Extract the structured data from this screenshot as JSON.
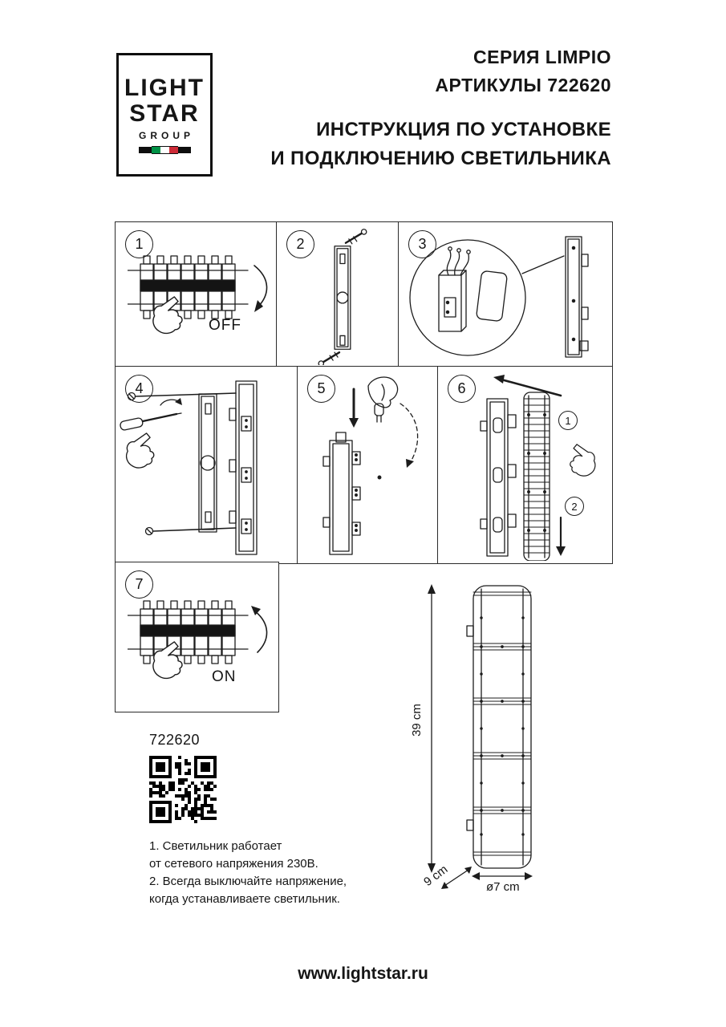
{
  "logo": {
    "line1": "LIGHT",
    "line2": "STAR",
    "line3": "GROUP"
  },
  "header": {
    "series": "СЕРИЯ LIMPIO",
    "articles": "АРТИКУЛЫ 722620",
    "title_line1": "ИНСТРУКЦИЯ ПО УСТАНОВКЕ",
    "title_line2": "И ПОДКЛЮЧЕНИЮ СВЕТИЛЬНИКА"
  },
  "steps": [
    {
      "number": "1",
      "label": "OFF"
    },
    {
      "number": "2",
      "label": ""
    },
    {
      "number": "3",
      "label": ""
    },
    {
      "number": "4",
      "label": ""
    },
    {
      "number": "5",
      "label": ""
    },
    {
      "number": "6",
      "label": "",
      "marker1": "1",
      "marker2": "2"
    },
    {
      "number": "7",
      "label": "ON"
    }
  ],
  "product": {
    "article": "722620",
    "dimensions": {
      "height": "39 cm",
      "depth": "9 cm",
      "diameter": "ø7 cm"
    }
  },
  "notes": [
    "1. Светильник работает",
    "от сетевого напряжения 230В.",
    "2. Всегда выключайте напряжение,",
    "когда устанавливаете светильник."
  ],
  "footer": {
    "url": "www.lightstar.ru"
  },
  "colors": {
    "ink": "#1c1c1c",
    "flag_green": "#009246",
    "flag_white": "#ffffff",
    "flag_red": "#ce2b37"
  }
}
